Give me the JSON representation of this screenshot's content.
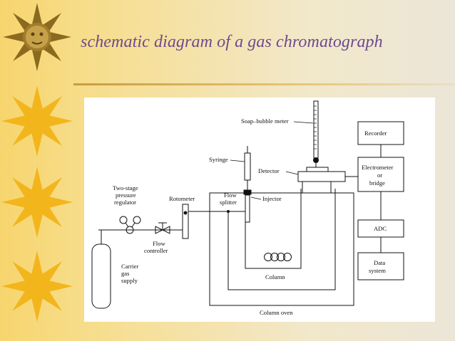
{
  "slide": {
    "title": "schematic diagram of a gas chromatograph"
  },
  "decor": {
    "sun_icons": [
      "sun-face-icon",
      "sun-icon",
      "sun-icon",
      "sun-icon"
    ],
    "colors": {
      "background": "#f7dc87",
      "title": "#6e4a8c",
      "rule": "#c89b40",
      "sun": "#f2b61c"
    }
  },
  "diagram": {
    "labels": {
      "soap_bubble_meter": "Soap–bubble meter",
      "recorder": "Recorder",
      "syringe": "Syringe",
      "detector": "Detector",
      "electrometer": "Electrometer",
      "or": "or",
      "bridge": "bridge",
      "two_stage": "Two-stage",
      "pressure": "pressure",
      "regulator": "regulator",
      "rotometer": "Rotometer",
      "flow_splitter_1": "Flow",
      "flow_splitter_2": "splitter",
      "injector": "Injector",
      "adc": "ADC",
      "flow_controller_1": "Flow",
      "flow_controller_2": "controller",
      "carrier": "Carrier",
      "gas": "gas",
      "supply": "supply",
      "column": "Column",
      "data": "Data",
      "system": "system",
      "column_oven": "Column oven"
    }
  }
}
